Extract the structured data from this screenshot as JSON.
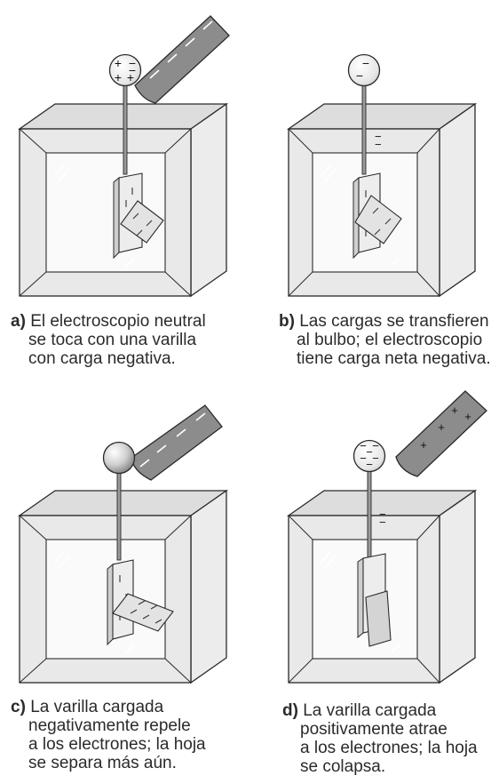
{
  "panels": [
    {
      "letter": "a)",
      "lines": [
        "El electroscopio neutral",
        "se toca con una varilla",
        "con carga negativa."
      ]
    },
    {
      "letter": "b)",
      "lines": [
        "Las cargas se transfieren",
        "al bulbo; el electroscopio",
        "tiene carga neta negativa."
      ]
    },
    {
      "letter": "c)",
      "lines": [
        "La varilla cargada",
        "negativamente repele",
        "a los electrones; la hoja",
        "se separa más aún."
      ]
    },
    {
      "letter": "d)",
      "lines": [
        "La varilla cargada",
        "positivamente atrae",
        "a los electrones; la hoja",
        "se colapsa."
      ]
    }
  ],
  "symbols": {
    "plus": "+",
    "minus": "−"
  },
  "colors": {
    "rod": "#8c8c8c",
    "glass": "#f4f4f4",
    "frame": "#e7e7e7",
    "stroke": "#2a2a2a",
    "leaf": "#e9e9e9"
  }
}
